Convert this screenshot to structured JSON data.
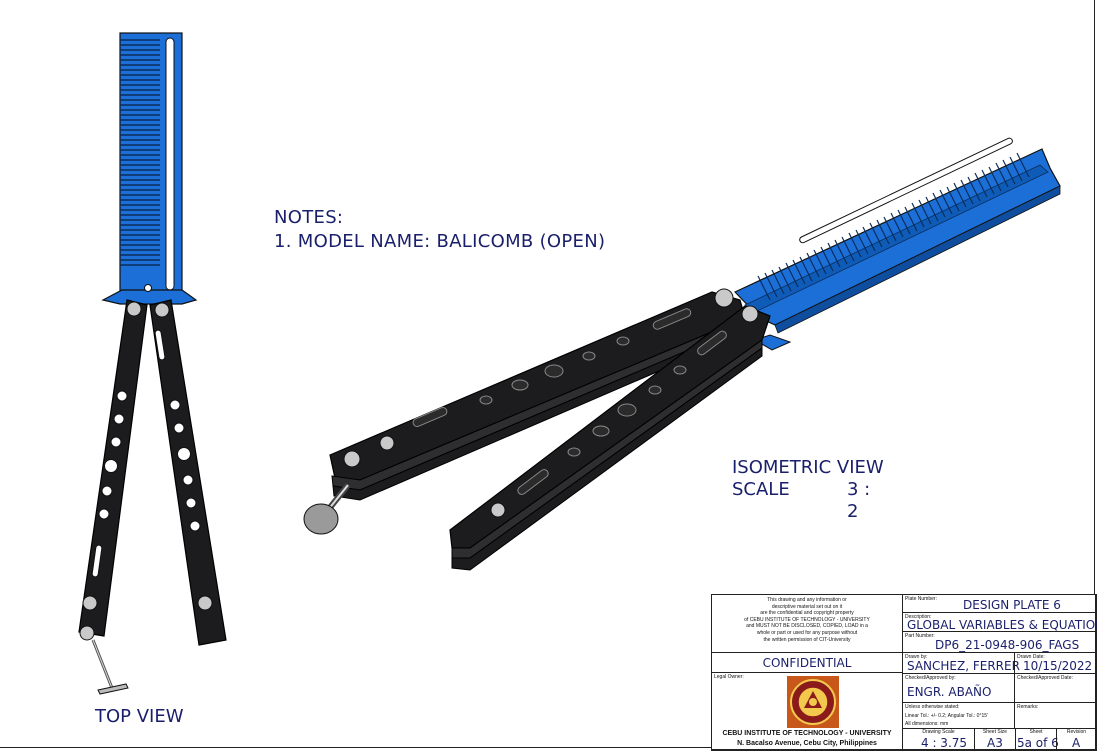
{
  "notes": {
    "heading": "NOTES:",
    "item1": "1.  MODEL NAME: BALICOMB (OPEN)"
  },
  "views": {
    "top_view": "TOP VIEW",
    "isometric_title": "ISOMETRIC VIEW",
    "scale_label": "SCALE",
    "scale_value": "3 : 2"
  },
  "title_block": {
    "confidential_notice": [
      "This drawing and any information or",
      "descriptive material set out on it",
      "are the confidential and copyright property",
      "of CEBU INSTITUTE OF TECHNOLOGY - UNIVERSITY",
      "and MUST NOT BE DISCLOSED, COPIED, LOAD in a",
      "whole or part or used for any purpose without",
      "the written permission of CIT-University"
    ],
    "confidential": "CONFIDENTIAL",
    "legal_owner_label": "Legal Owner:",
    "institution": "CEBU INSTITUTE OF TECHNOLOGY - UNIVERSITY",
    "address": "N. Bacalso Avenue, Cebu City, Philippines",
    "plate_number_label": "Plate Number:",
    "plate_number": "DESIGN PLATE 6",
    "description_label": "Description:",
    "description": "GLOBAL VARIABLES & EQUATION",
    "part_number_label": "Part Number:",
    "part_number": "DP6_21-0948-906_FAGS",
    "drawn_by_label": "Drawn by:",
    "drawn_by": "SANCHEZ, FERRER",
    "drawn_date_label": "Drawn Date:",
    "drawn_date": "10/15/2022",
    "checked_by_label": "Checked/Approved by:",
    "checked_by": "ENGR. ABAÑO",
    "checked_date_label": "Checked/Approved Date:",
    "tolerance_title": "Unless otherwise stated:",
    "tolerance_line": "Linear Tol.: +/- 0.2; Angular Tol.: 0°15'",
    "dimensions_line": "All dimensions: mm",
    "remarks_label": "Remarks:",
    "drawing_scale_label": "Drawing Scale",
    "drawing_scale": "4 : 3.75",
    "sheet_size_label": "Sheet Size",
    "sheet_size": "A3",
    "sheet_label": "Sheet",
    "sheet": "5a of 6",
    "revision_label": "Revision",
    "revision": "A"
  },
  "colors": {
    "comb_blue": "#1b6fd6",
    "handle_black": "#1c1c1e",
    "label_navy": "#1a1f6b"
  }
}
